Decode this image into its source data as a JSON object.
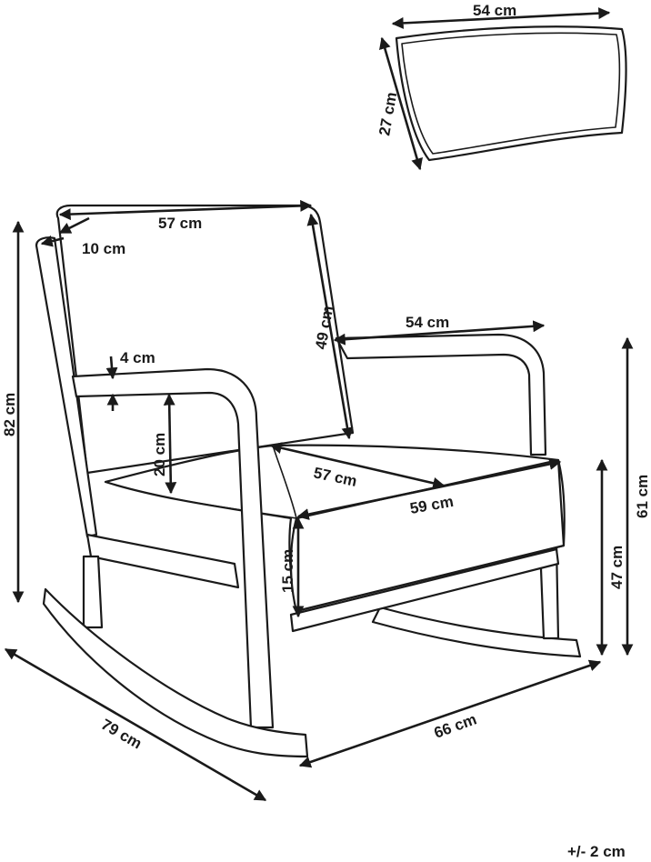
{
  "dimensions": {
    "cushion_width": "54 cm",
    "cushion_height": "27 cm",
    "backrest_width": "57 cm",
    "backrest_top": "10 cm",
    "backrest_height": "49 cm",
    "armrest_length": "54 cm",
    "armrest_thickness": "4 cm",
    "armrest_height": "20 cm",
    "seat_depth": "57 cm",
    "seat_width": "59 cm",
    "seat_thickness": "15 cm",
    "total_height": "82 cm",
    "arm_height_from_floor": "61 cm",
    "seat_height_from_floor": "47 cm",
    "total_depth": "79 cm",
    "total_width": "66 cm"
  },
  "tolerance": "+/- 2 cm",
  "colors": {
    "line": "#1a1a1a",
    "background": "#ffffff"
  }
}
